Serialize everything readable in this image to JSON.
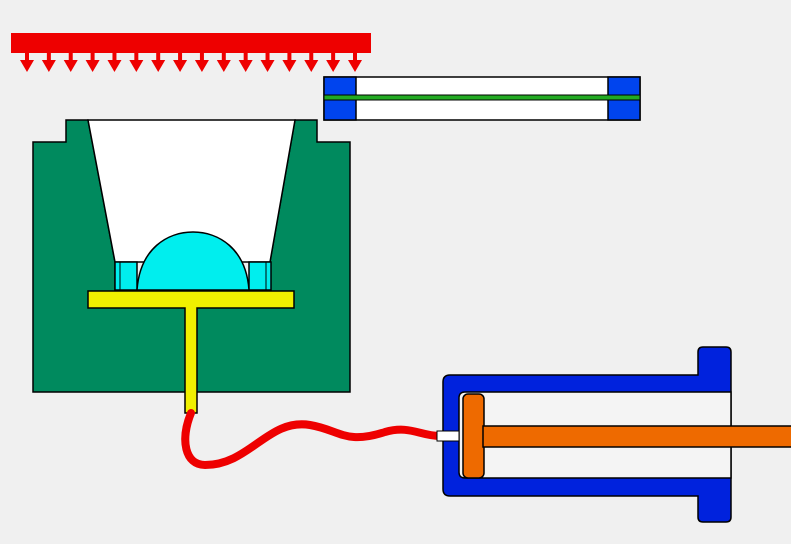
{
  "colors": {
    "background": "#f0f0f0",
    "heater": "#ee0000",
    "mold_body": "#008a5e",
    "mold_cavity": "#ffffff",
    "lens_dome": "#00eeee",
    "ejector_plate": "#f0f000",
    "hose": "#ee0000",
    "cylinder_body": "#0022dd",
    "cylinder_bore": "#f4f4f4",
    "piston": "#ee6a00",
    "nozzle": "#ffffff",
    "film_frame": "#0044ee",
    "film_strip": "#22aa22",
    "outline": "#000000"
  },
  "diagram": {
    "heater_arrow_count": 16,
    "components": [
      "heater-bar",
      "film-holder",
      "mold-body",
      "lens-dome",
      "ejector-plate",
      "hose",
      "hydraulic-cylinder",
      "piston-rod"
    ]
  }
}
